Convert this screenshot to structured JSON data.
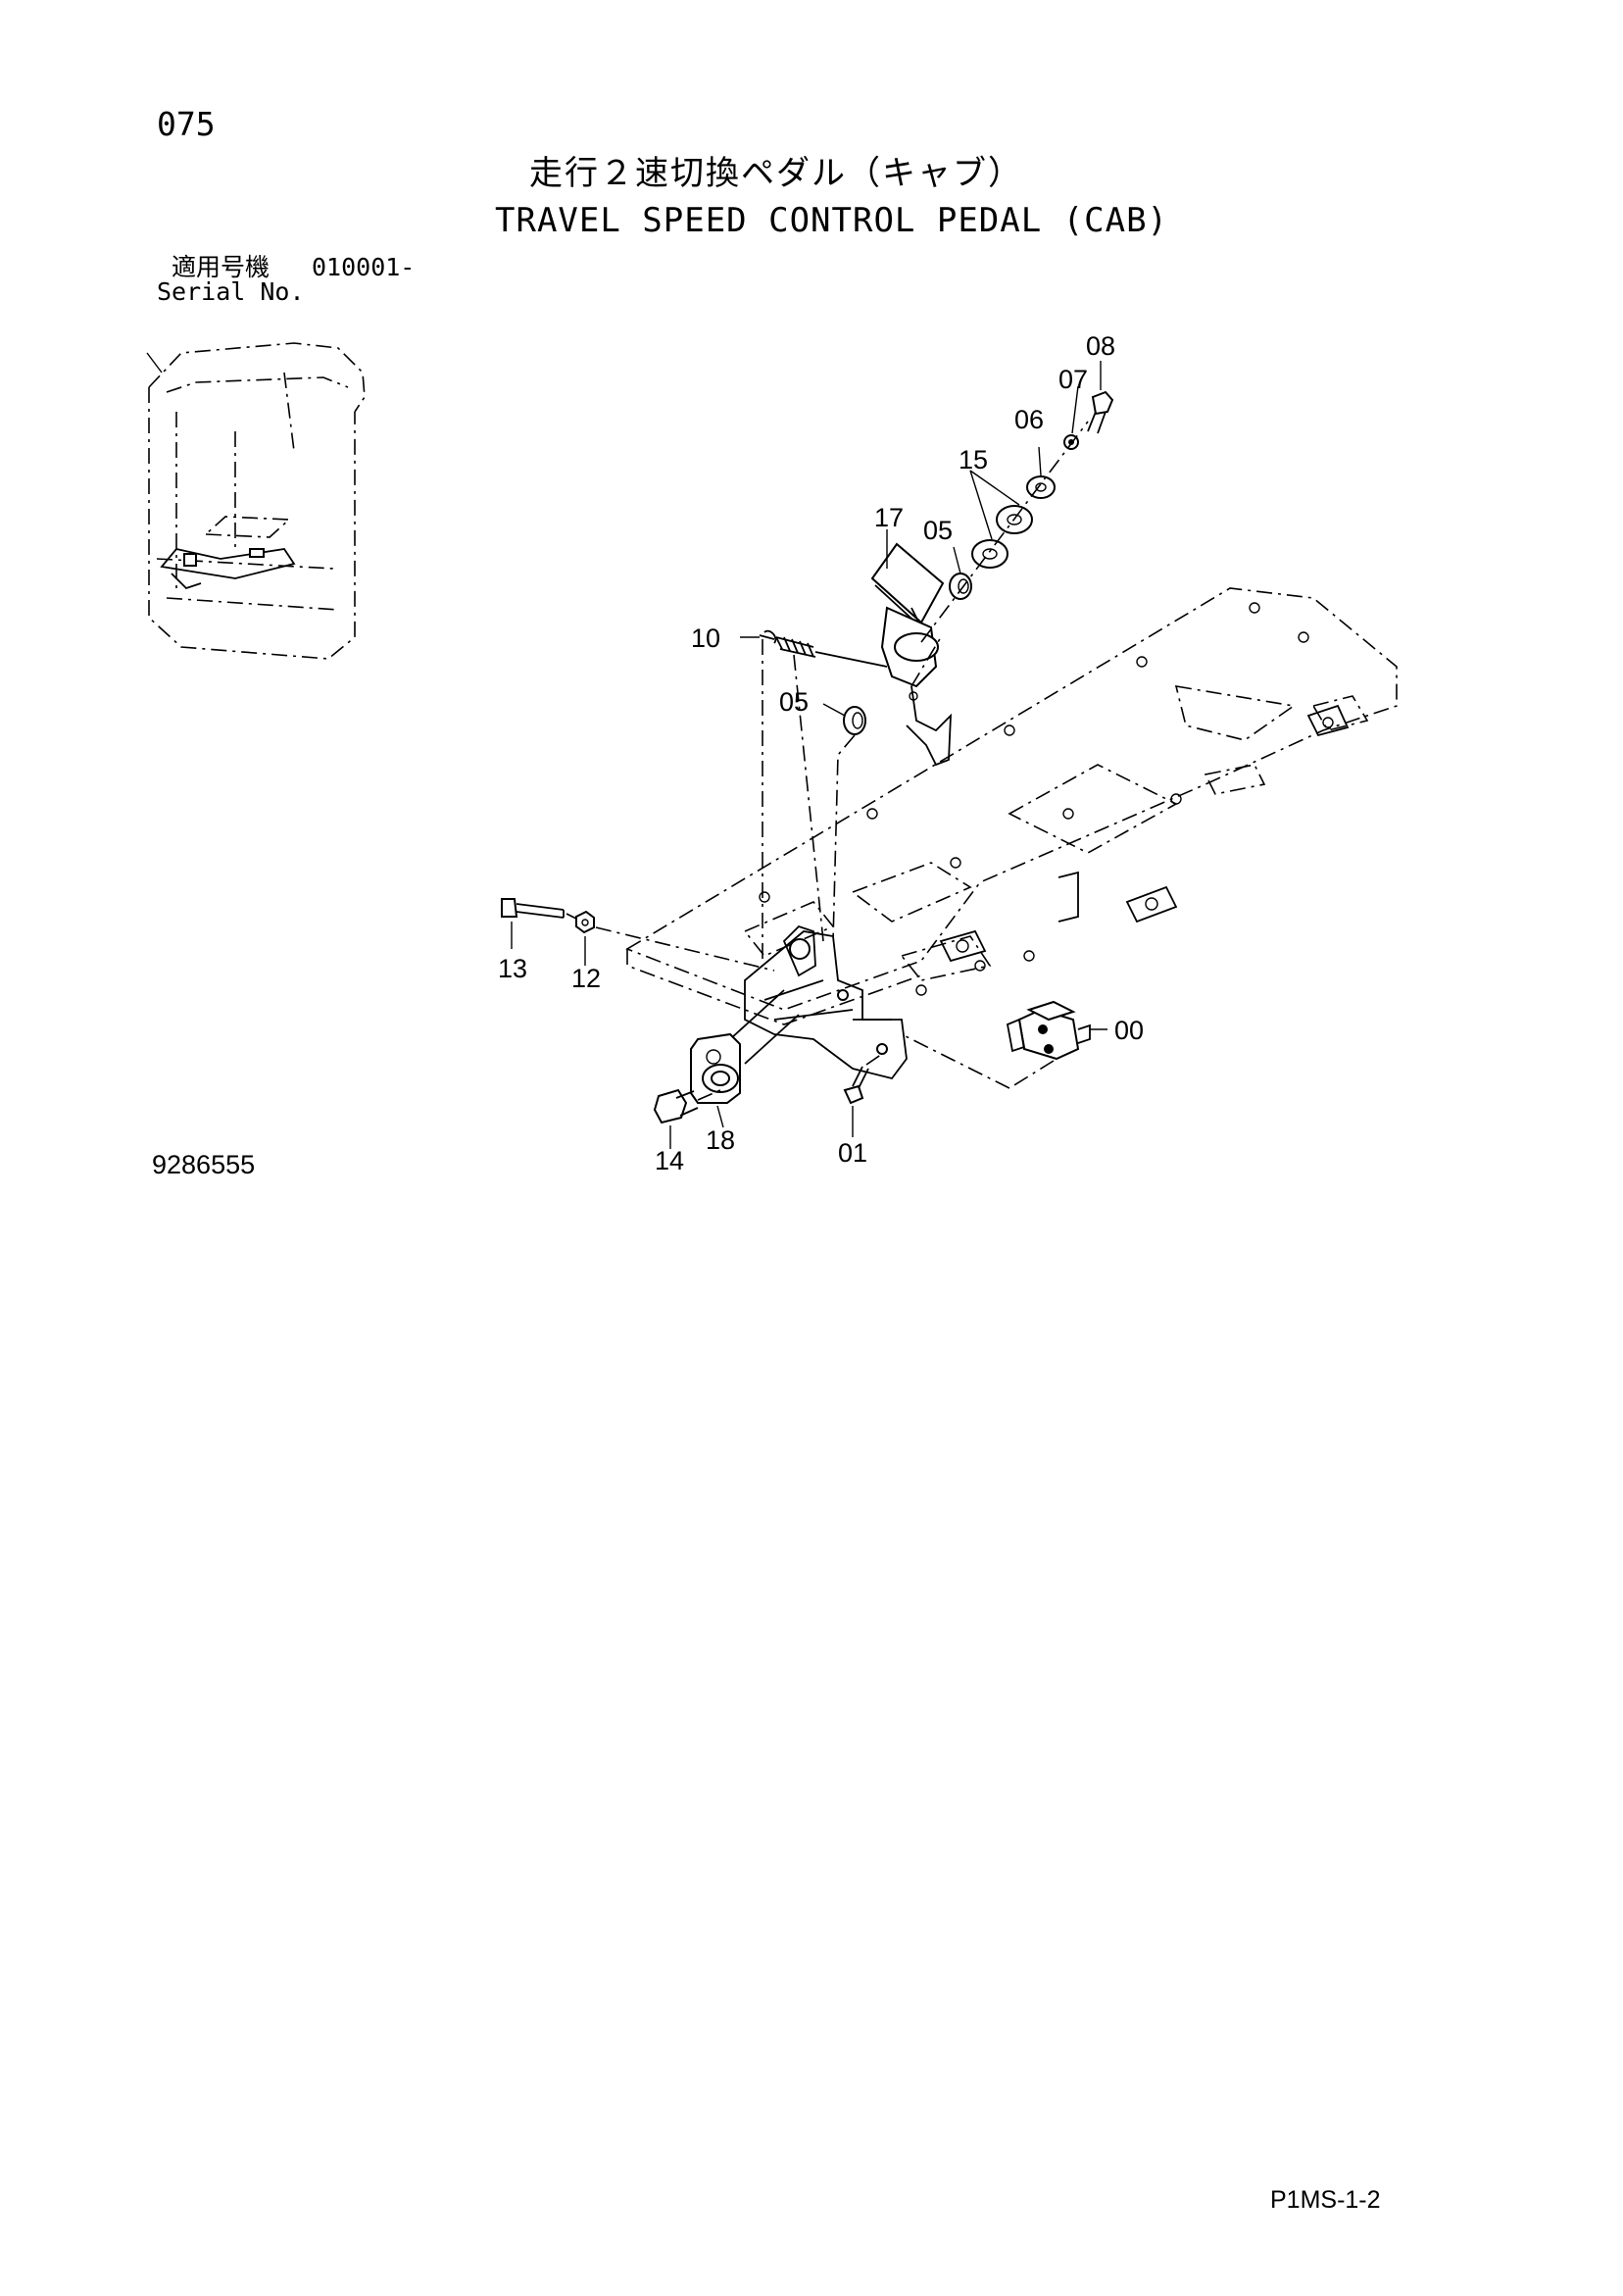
{
  "header": {
    "page_number": "075",
    "title_ja": "走行２速切換ペダル（キャブ）",
    "title_en": "TRAVEL SPEED CONTROL PEDAL (CAB)"
  },
  "serial": {
    "label_ja": "適用号機",
    "value": "010001-",
    "label_en": "Serial No."
  },
  "footer": {
    "drawing_number": "9286555",
    "page_code": "P1MS-1-2"
  },
  "callouts": {
    "c08": "08",
    "c07": "07",
    "c06": "06",
    "c15": "15",
    "c17": "17",
    "c05_top": "05",
    "c10": "10",
    "c05_mid": "05",
    "c13": "13",
    "c12": "12",
    "c00": "00",
    "c18": "18",
    "c14": "14",
    "c01": "01"
  }
}
